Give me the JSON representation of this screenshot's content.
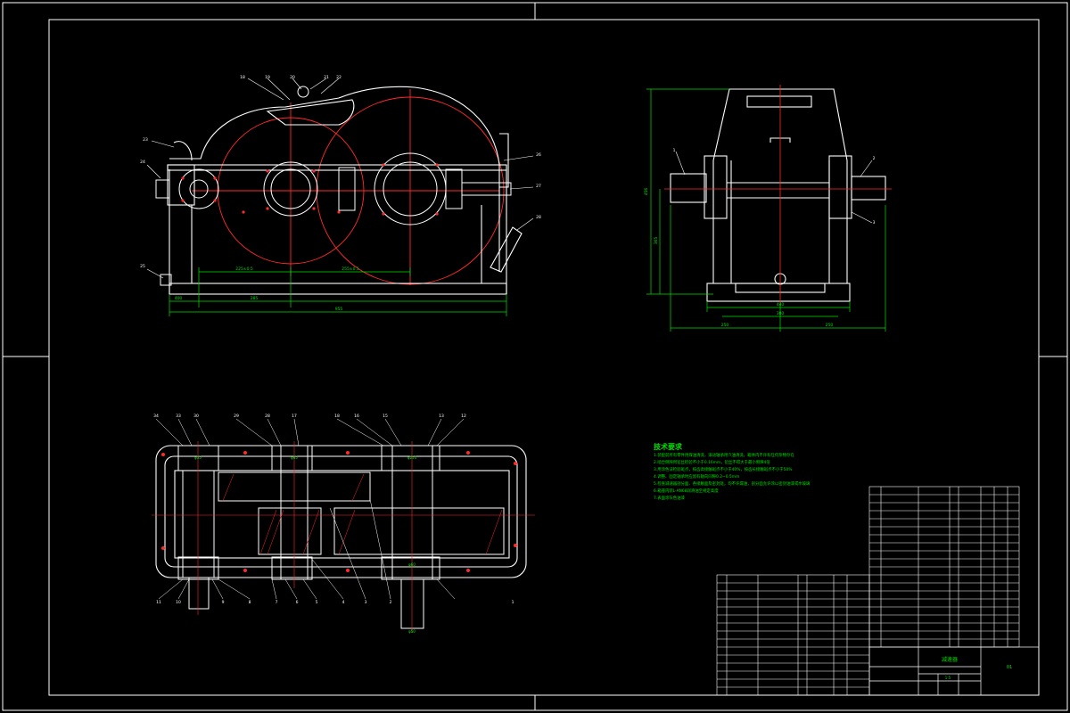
{
  "colors": {
    "frame": "#ffffff",
    "outline": "#ffffff",
    "hidden": "#ff2a2a",
    "dimension": "#00e000",
    "background": "#000000"
  },
  "front_view": {
    "dimensions": [
      "225±0.5",
      "255±0.5",
      "400",
      "285",
      "955"
    ],
    "balloons": [
      "18",
      "19",
      "20",
      "21",
      "22",
      "23",
      "24",
      "25",
      "26",
      "27",
      "28"
    ]
  },
  "side_view": {
    "dimensions": [
      "456",
      "365",
      "250",
      "250",
      "440",
      "380"
    ],
    "balloons": [
      "1",
      "2",
      "3"
    ]
  },
  "plan_view": {
    "top_balloons": [
      "34",
      "33",
      "30",
      "29",
      "28",
      "17",
      "18",
      "16",
      "15",
      "13",
      "12"
    ],
    "bottom_balloons": [
      "11",
      "10",
      "9",
      "8",
      "7",
      "6",
      "5",
      "4",
      "3",
      "2",
      "1"
    ],
    "dimensions": [
      "φ250",
      "φ65",
      "φ55",
      "φ60",
      "φ50"
    ]
  },
  "technical_notes": {
    "title": "技术要求",
    "lines": [
      "1.装配前所有零件用煤油清洗，滚动轴承用汽油清洗，箱体内不许有任何杂物存在",
      "2.啮合侧隙用铅丝检验不小于0.16mm，铅丝不得大于最小侧隙4倍",
      "3.用涂色法检验斑点，按齿高接触斑点不小于40%，按齿长接触斑点不小于50%",
      "4.调整、固定轴承时应留有轴向间隙0.2~0.5mm",
      "5.检查减速器剖分面、各接触面及密封处，均不许漏油，剖分面允许涂以密封油漆或水玻璃",
      "6.箱座内装L-AN68润滑油至规定高度",
      "7.表面涂灰色油漆"
    ]
  },
  "title_block": {
    "name": "减速器",
    "drawing_no": "01",
    "scale": "1:5"
  }
}
